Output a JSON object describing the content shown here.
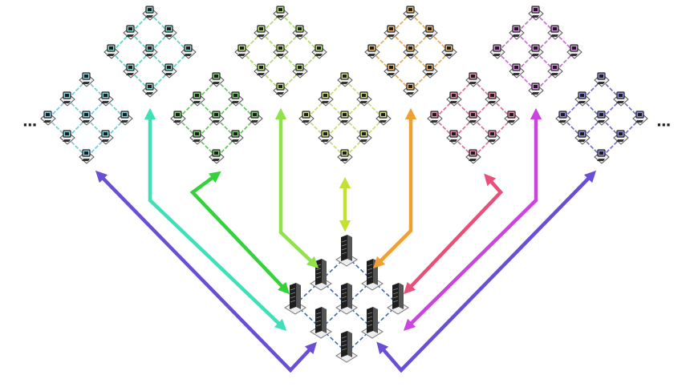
{
  "left_ellipsis": "···",
  "right_ellipsis": "···",
  "clusters": [
    {
      "id": "cyan-left",
      "color": "#6cc9d6",
      "icon_tint": "#8fd3dc"
    },
    {
      "id": "teal",
      "color": "#4fd4c4",
      "icon_tint": "#7fdcd0"
    },
    {
      "id": "green",
      "color": "#5fc35a",
      "icon_tint": "#86d180"
    },
    {
      "id": "lime",
      "color": "#a9d86a",
      "icon_tint": "#bfe28e"
    },
    {
      "id": "yellow-green",
      "color": "#c8d86a",
      "icon_tint": "#d7e391"
    },
    {
      "id": "orange",
      "color": "#e4a84c",
      "icon_tint": "#ecc080"
    },
    {
      "id": "pink",
      "color": "#d96a96",
      "icon_tint": "#e495b4"
    },
    {
      "id": "magenta",
      "color": "#c46ad2",
      "icon_tint": "#d596de"
    },
    {
      "id": "indigo",
      "color": "#6a6ac8",
      "icon_tint": "#9494d8"
    }
  ],
  "arrows": [
    {
      "cluster": "cyan-left",
      "color": "#6a4fd6"
    },
    {
      "cluster": "teal",
      "color": "#3fe0b8"
    },
    {
      "cluster": "green",
      "color": "#33d23a"
    },
    {
      "cluster": "lime",
      "color": "#8fe24a"
    },
    {
      "cluster": "yellow-green",
      "color": "#c6e030"
    },
    {
      "cluster": "orange",
      "color": "#f0a030"
    },
    {
      "cluster": "pink",
      "color": "#e8507a"
    },
    {
      "cluster": "magenta",
      "color": "#cc44e0"
    },
    {
      "cluster": "indigo",
      "color": "#6a4fd6"
    }
  ],
  "server_cluster": {
    "link_color": "#3a6ab0",
    "server_color": "#1e1e1e"
  }
}
